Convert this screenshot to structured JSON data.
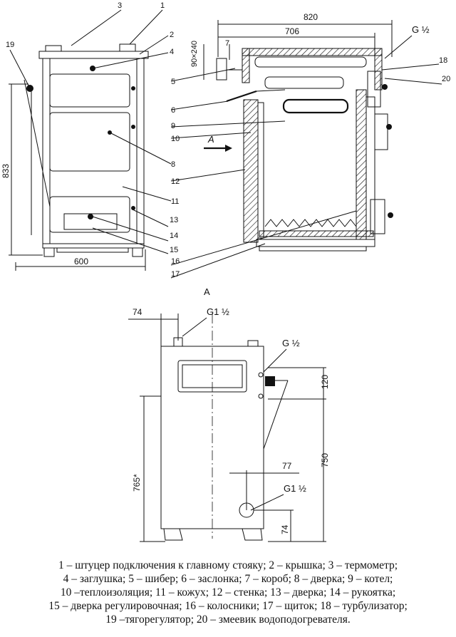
{
  "dimensions": {
    "d_833": "833",
    "d_600": "600",
    "d_820": "820",
    "d_706": "706",
    "d_90x240": "90×240",
    "d_74_top": "74",
    "d_120": "120",
    "d_750": "750",
    "d_765": "765*",
    "d_77": "77",
    "d_74_bottom": "74"
  },
  "thread_labels": {
    "g1_top": "G1 ½",
    "g_half": "G ½",
    "g_half_right": "G ½",
    "g1_bottom": "G1 ½"
  },
  "view_labels": {
    "arrow_a": "A",
    "view_a": "A"
  },
  "callouts": [
    "1",
    "2",
    "3",
    "4",
    "5",
    "6",
    "7",
    "8",
    "9",
    "10",
    "11",
    "12",
    "13",
    "14",
    "15",
    "16",
    "17",
    "18",
    "19",
    "20"
  ],
  "caption_lines": [
    "1 – штуцер подключения к главному стояку; 2 – крышка; 3 – термометр;",
    "4 – заглушка; 5 – шибер; 6 – заслонка; 7 – короб; 8 – дверка; 9 – котел;",
    "10 –теплоизоляция; 11 – кожух; 12 – стенка; 13 – дверка; 14 – рукоятка;",
    "15 – дверка регулировочная; 16 – колосники; 17 – щиток; 18 – турбулизатор;",
    "19 –тягорегулятор; 20 – змеевик водоподогревателя."
  ]
}
